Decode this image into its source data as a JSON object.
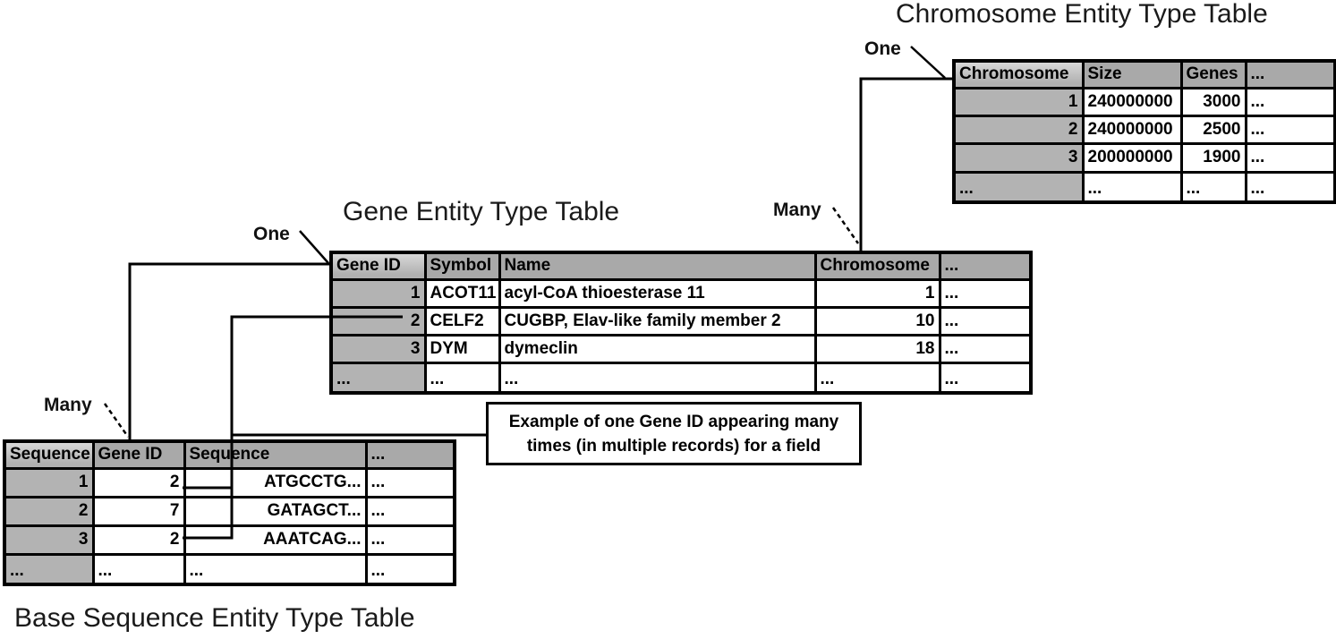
{
  "titles": {
    "chromosome": "Chromosome Entity Type Table",
    "gene": "Gene Entity Type Table",
    "base_sequence": "Base Sequence Entity Type Table"
  },
  "relationship_labels": {
    "chromosome_one": "One",
    "gene_many": "Many",
    "gene_one": "One",
    "base_many": "Many"
  },
  "example_box": {
    "line1": "Example of one Gene ID appearing many",
    "line2": "times (in multiple records) for a field"
  },
  "tables": {
    "chromosome": {
      "headers": [
        "Chromosome",
        "Size",
        "Genes",
        "..."
      ],
      "rows": [
        [
          "1",
          "240000000",
          "3000",
          "..."
        ],
        [
          "2",
          "240000000",
          "2500",
          "..."
        ],
        [
          "3",
          "200000000",
          "1900",
          "..."
        ],
        [
          "...",
          "...",
          "...",
          "..."
        ]
      ]
    },
    "gene": {
      "headers": [
        "Gene ID",
        "Symbol",
        "Name",
        "Chromosome",
        "..."
      ],
      "rows": [
        [
          "1",
          "ACOT11",
          "acyl-CoA thioesterase 11",
          "1",
          "..."
        ],
        [
          "2",
          "CELF2",
          "CUGBP, Elav-like family member 2",
          "10",
          "..."
        ],
        [
          "3",
          "DYM",
          "dymeclin",
          "18",
          "..."
        ],
        [
          "...",
          "...",
          "...",
          "...",
          "..."
        ]
      ]
    },
    "base_sequence": {
      "headers": [
        "Sequence",
        "Gene ID",
        "Sequence",
        "..."
      ],
      "rows": [
        [
          "1",
          "2",
          "ATGCCTG...",
          "..."
        ],
        [
          "2",
          "7",
          "GATAGCT...",
          "..."
        ],
        [
          "3",
          "2",
          "AAATCAG...",
          "..."
        ],
        [
          "...",
          "...",
          "...",
          "..."
        ]
      ]
    }
  },
  "colors": {
    "header_gray": "#a9a9a9",
    "header_first_light": "#d8d8d8",
    "first_column_gray": "#b3b3b3",
    "border": "#000000",
    "background": "#ffffff"
  }
}
